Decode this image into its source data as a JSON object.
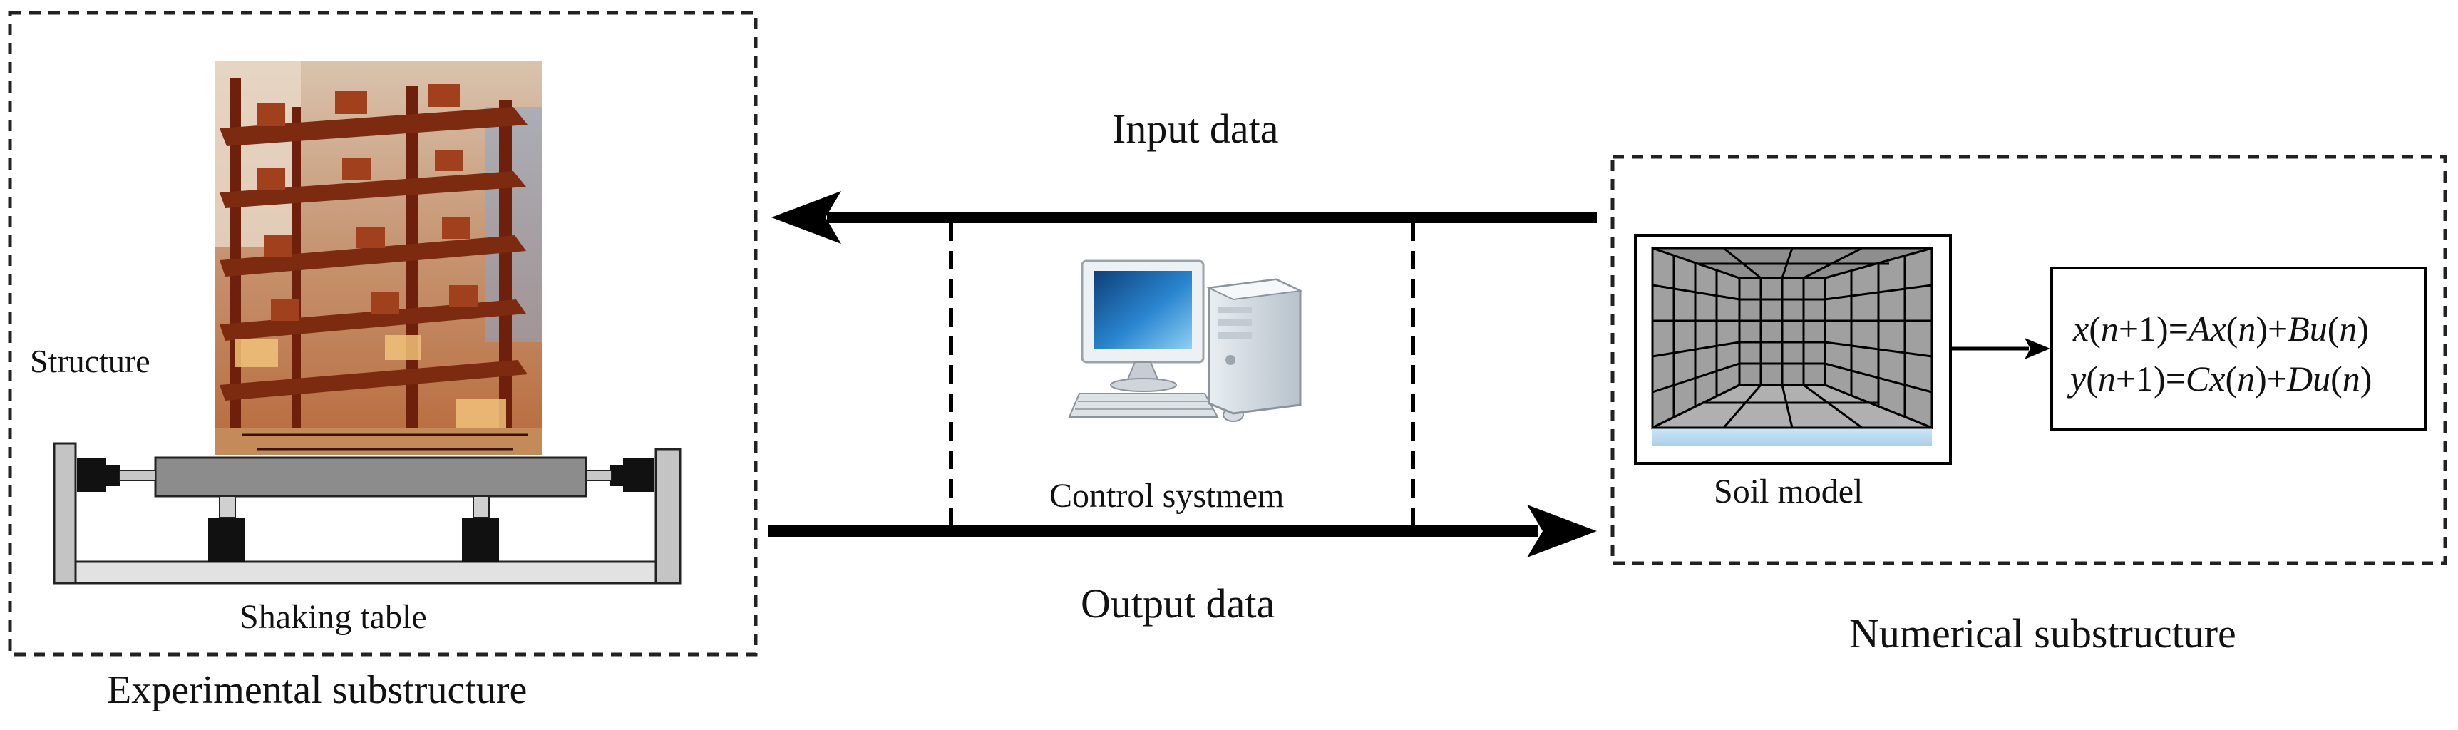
{
  "experimental": {
    "group_label": "Experimental substructure",
    "structure_label": "Structure",
    "table_label": "Shaking table"
  },
  "control": {
    "label": "Control systmem"
  },
  "flows": {
    "input_label": "Input data",
    "output_label": "Output data"
  },
  "numerical": {
    "group_label": "Numerical substructure",
    "soil_label": "Soil model",
    "equations": {
      "line1": {
        "x": "x",
        "n1": "n",
        "plus1": "+1)=",
        "a": "A",
        "x2": "x",
        "n2": "n",
        "plus": ")+",
        "b": "B",
        "u": "u",
        "n3": "n"
      },
      "line2": {
        "y": "y",
        "n1": "n",
        "plus1": "+1)=",
        "c": "C",
        "x": "x",
        "n2": "n",
        "plus": ")+",
        "d": "D",
        "u": "u",
        "n3": "n"
      }
    }
  },
  "colors": {
    "frame": "#8a2e12",
    "frame_dark": "#4a1608",
    "steel": "#c0c0c0",
    "table_top": "#808080",
    "monitor_blue": "#1f6fb8",
    "soil_cell": "#9c9c9c"
  }
}
